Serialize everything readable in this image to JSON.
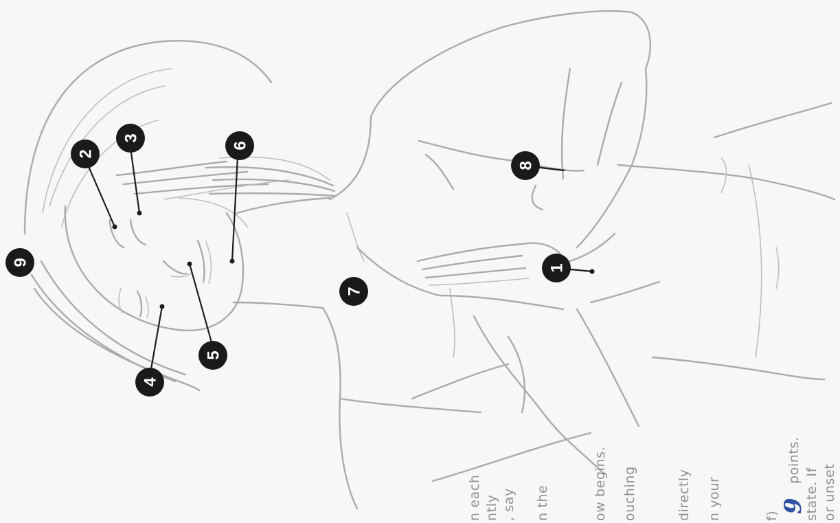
{
  "figure": {
    "badges": [
      {
        "label": "1"
      },
      {
        "label": "2"
      },
      {
        "label": "3"
      },
      {
        "label": "4"
      },
      {
        "label": "5"
      },
      {
        "label": "6"
      },
      {
        "label": "7"
      },
      {
        "label": "8"
      },
      {
        "label": "9"
      }
    ]
  },
  "page_text": {
    "fragments": [
      "n each",
      "ntly",
      ", say",
      "n the",
      "ow begins.",
      "ouching",
      "directly",
      "n your",
      "f)",
      "points.",
      "state. If",
      "or unset"
    ],
    "handwritten_number": "9"
  }
}
